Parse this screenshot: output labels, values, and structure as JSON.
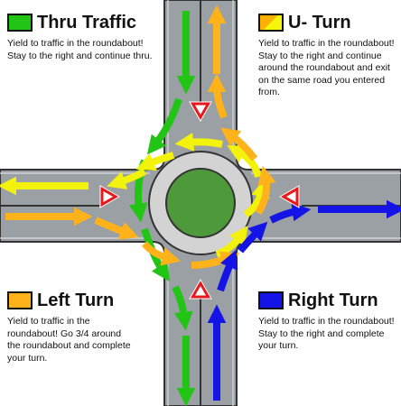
{
  "colors": {
    "road": "#9aa0a4",
    "road_edge": "#d9dcdd",
    "curb": "#333333",
    "island_ring": "#d3d3d3",
    "island_center": "#4e9a3b",
    "thru": "#22c416",
    "uturn": "#f2f20c",
    "left": "#ffb21a",
    "right": "#1414e6",
    "yield_red": "#e8181c"
  },
  "legend": {
    "thru": {
      "title": "Thru Traffic",
      "text": "Yield to traffic in the roundabout!  Stay to the right and continue thru."
    },
    "uturn": {
      "title": "U- Turn",
      "text": "Yield to traffic in the roundabout!  Stay to the right and continue around the roundabout and exit on the same road you entered from."
    },
    "left": {
      "title": "Left Turn",
      "text": "Yield to traffic in the roundabout!  Go 3/4 around the roundabout and complete your turn."
    },
    "right": {
      "title": "Right Turn",
      "text": "Yield to traffic in the roundabout!  Stay to the right and complete your turn."
    }
  },
  "icons": {
    "yield_signs": [
      "yield-sign-north-icon",
      "yield-sign-east-icon",
      "yield-sign-south-icon",
      "yield-sign-west-icon"
    ]
  }
}
